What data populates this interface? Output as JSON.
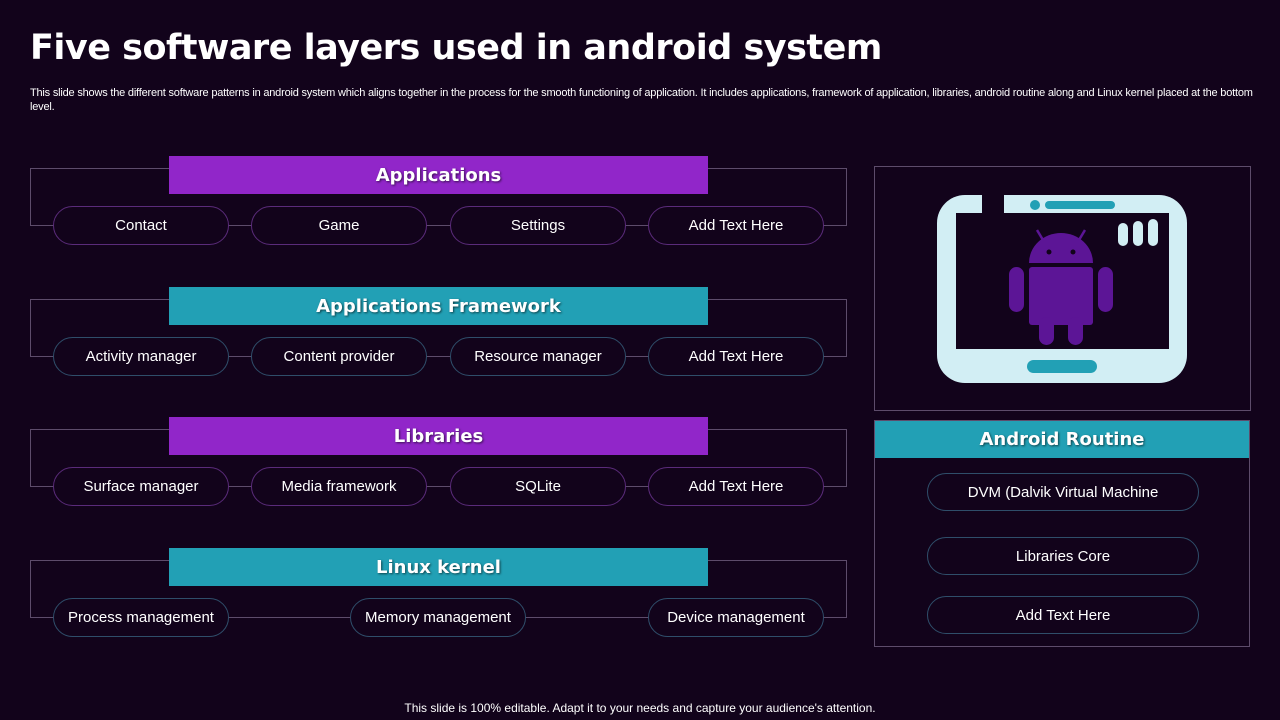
{
  "slide": {
    "title": "Five software layers used in android system",
    "subtitle": "This slide shows the different software patterns in android system which aligns together in the process for the smooth functioning of application. It includes applications, framework of application, libraries, android routine along and Linux kernel placed at the bottom level.",
    "footer": "This slide is 100% editable. Adapt it to your needs and capture your audience's attention."
  },
  "colors": {
    "background": "#12031b",
    "purple_header": "#9126c9",
    "teal_header": "#22a0b5",
    "device_frame": "#d2eef4",
    "android_robot": "#5c1596"
  },
  "layers": [
    {
      "header": "Applications",
      "color": "purple",
      "items": [
        "Contact",
        "Game",
        "Settings",
        "Add Text Here"
      ]
    },
    {
      "header": "Applications Framework",
      "color": "teal",
      "items": [
        "Activity manager",
        "Content provider",
        "Resource manager",
        "Add Text Here"
      ]
    },
    {
      "header": "Libraries",
      "color": "purple",
      "items": [
        "Surface manager",
        "Media framework",
        "SQLite",
        "Add Text Here"
      ]
    },
    {
      "header": "Linux kernel",
      "color": "teal",
      "items": [
        "Process management",
        "Memory management",
        "Device management"
      ]
    }
  ],
  "android_routine": {
    "icon": "android-tablet-icon",
    "header": "Android Routine",
    "items": [
      "DVM (Dalvik Virtual Machine",
      "Libraries Core",
      "Add Text Here"
    ]
  }
}
